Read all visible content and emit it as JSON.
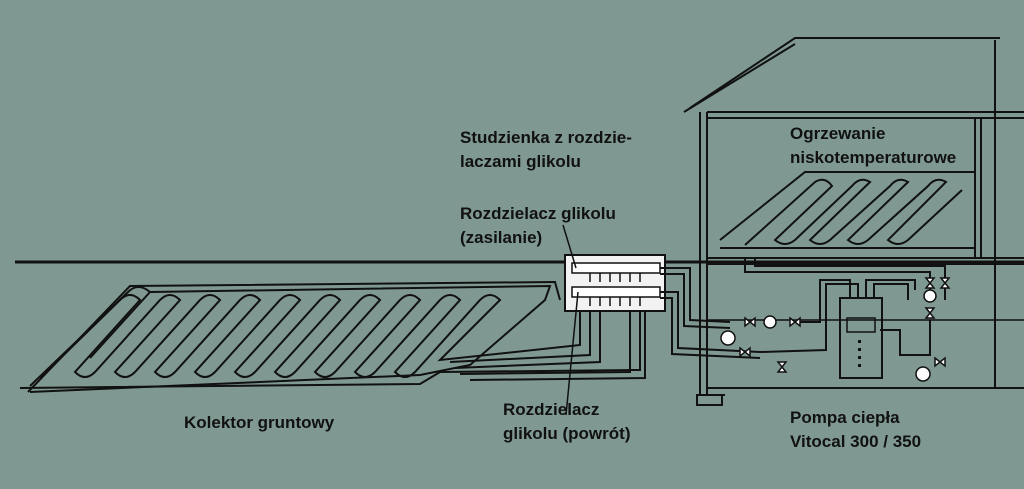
{
  "labels": {
    "manhole": {
      "line1": "Studzienka z rozdzie-",
      "line2": "laczami glikolu"
    },
    "supply_manifold": {
      "line1": "Rozdzielacz glikolu",
      "line2": "(zasilanie)"
    },
    "floor_heating": {
      "line1": "Ogrzewanie",
      "line2": "niskotemperaturowe"
    },
    "ground_collector": "Kolektor gruntowy",
    "return_manifold": {
      "line1": "Rozdzielacz",
      "line2": "glikolu (powrót)"
    },
    "heat_pump": {
      "line1": "Pompa ciepła",
      "line2": "Vitocal 300 / 350"
    }
  },
  "colors": {
    "background": "#7f9992",
    "line": "#111111",
    "box_fill": "#f2f2f2"
  }
}
